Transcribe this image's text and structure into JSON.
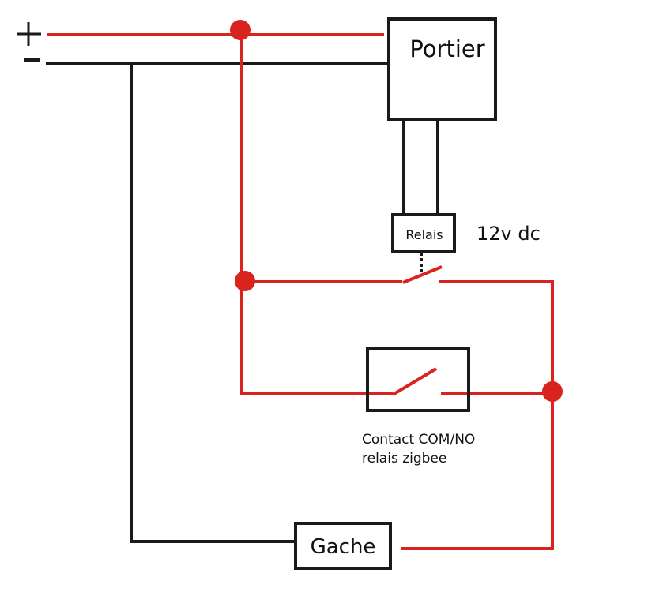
{
  "diagram": {
    "title": "Wiring diagram: door intercom relay with Zigbee relay in parallel",
    "colors": {
      "positive_wire": "#d9231e",
      "negative_wire": "#1a1a1a",
      "box_stroke": "#1a1a1a",
      "junction": "#d9231e"
    },
    "terminals": {
      "positive_symbol": "+",
      "negative_symbol": "-"
    },
    "components": {
      "portier": {
        "label": "Portier"
      },
      "relais": {
        "label": "Relais",
        "voltage_label": "12v dc"
      },
      "zigbee_contact": {
        "label_line1": "Contact COM/NO",
        "label_line2": "relais zigbee"
      },
      "gache": {
        "label": "Gache"
      }
    }
  }
}
